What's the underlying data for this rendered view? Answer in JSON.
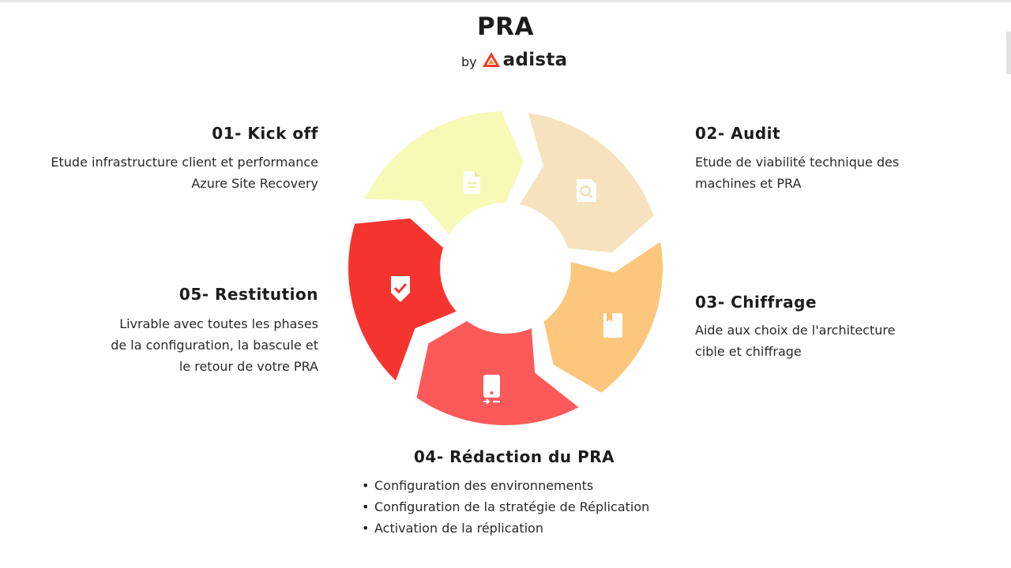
{
  "header": {
    "title": "PRA",
    "by": "by",
    "brand": "adista"
  },
  "colors": {
    "step1": "#f7f9b6",
    "step2": "#f6e2be",
    "step3": "#fcc77c",
    "step4": "#fc5a5a",
    "step5": "#f53430"
  },
  "steps": [
    {
      "title": "01- Kick off",
      "lines": [
        "Etude infrastructure client et performance",
        "Azure Site Recovery"
      ],
      "icon": "document-icon"
    },
    {
      "title": "02- Audit",
      "lines": [
        "Etude de viabilité technique des",
        "machines et PRA"
      ],
      "icon": "search-document-icon"
    },
    {
      "title": "03- Chiffrage",
      "lines": [
        "Aide aux choix de l'architecture",
        "cible et chiffrage"
      ],
      "icon": "bookmark-icon"
    },
    {
      "title": "04- Rédaction du PRA",
      "bullets": [
        "Configuration des environnements",
        "Configuration de la stratégie de Réplication",
        "Activation de la réplication"
      ],
      "icon": "device-transfer-icon"
    },
    {
      "title": "05- Restitution",
      "lines": [
        "Livrable avec toutes les phases",
        "de la configuration, la bascule et",
        "le retour de votre PRA"
      ],
      "icon": "shield-check-icon"
    }
  ]
}
